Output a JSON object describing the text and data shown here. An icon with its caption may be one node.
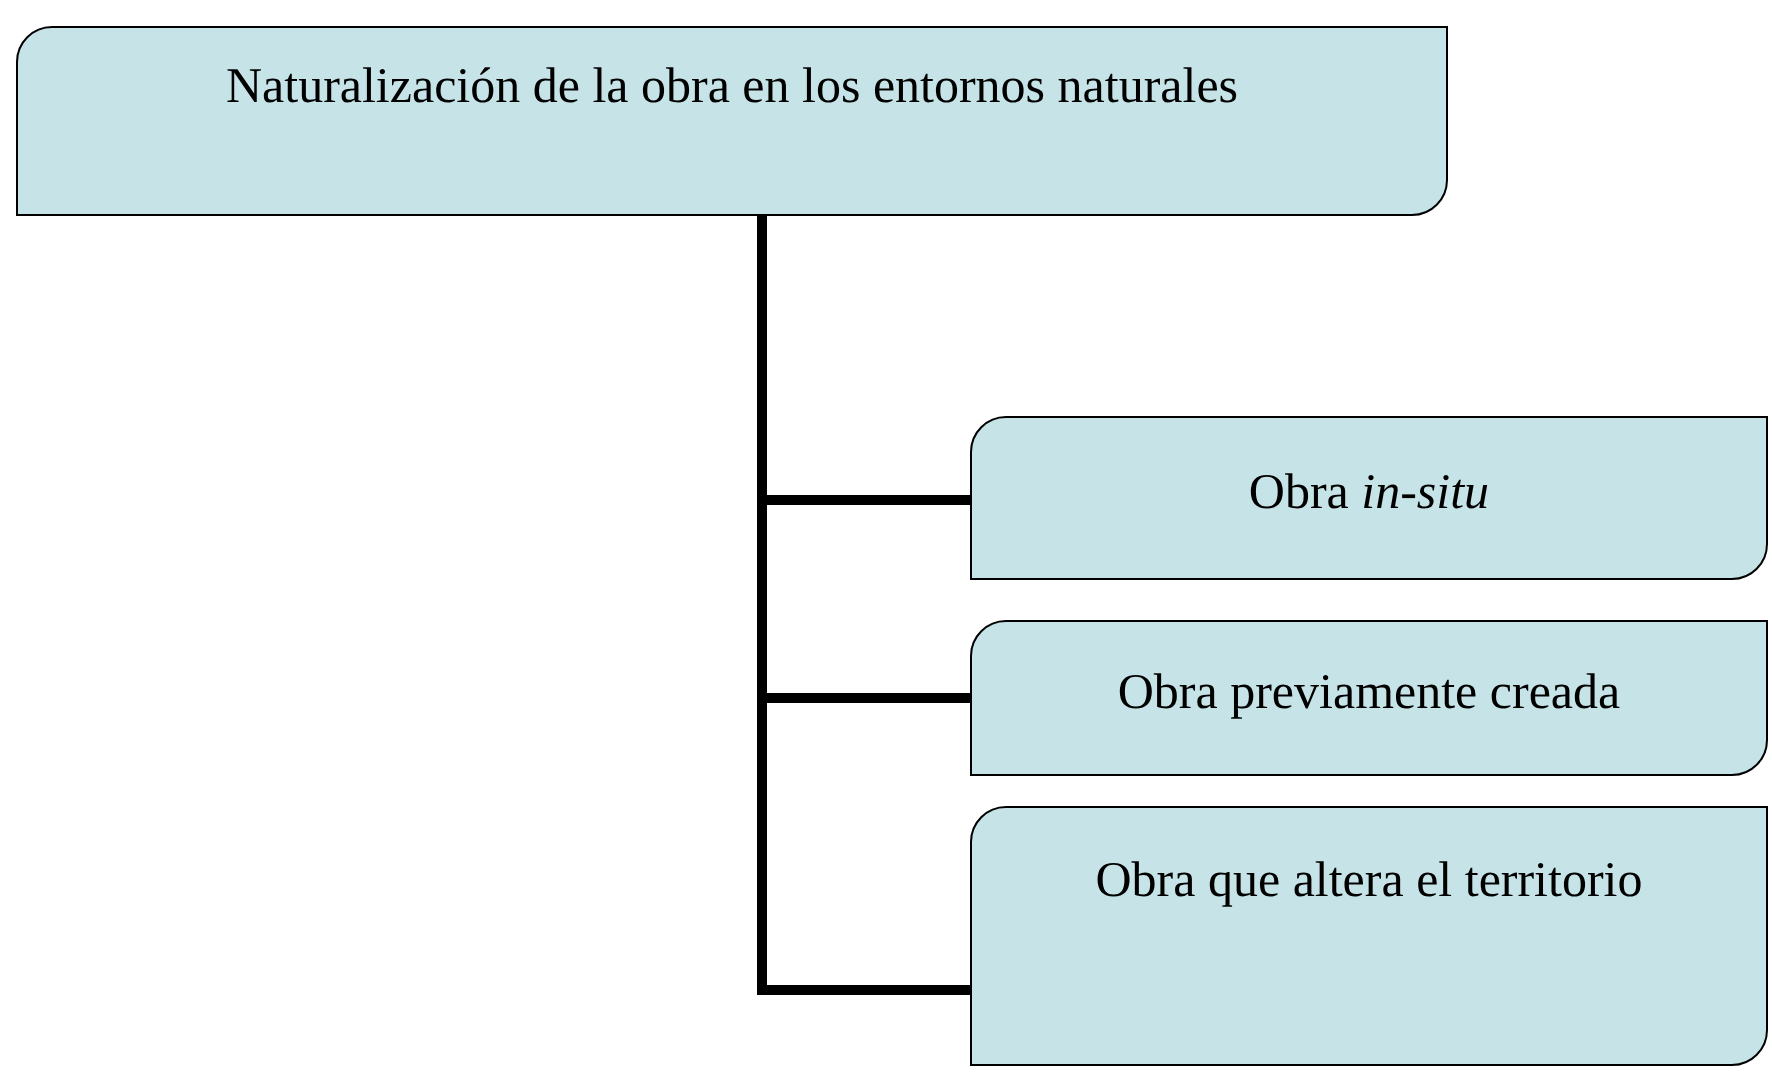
{
  "diagram": {
    "nodes": [
      {
        "text": [
          "Naturalización de la obra en los entornos naturales"
        ]
      },
      {
        "text": [
          "Obra *in-situ*"
        ]
      },
      {
        "text": [
          "Obra previamente creada"
        ]
      },
      {
        "text": [
          "Obra que altera el territorio"
        ]
      }
    ],
    "edges": [
      {
        "from": 0,
        "to": 1,
        "arrow": "none"
      },
      {
        "from": 0,
        "to": 2,
        "arrow": "none"
      },
      {
        "from": 0,
        "to": 3,
        "arrow": "none"
      }
    ]
  }
}
